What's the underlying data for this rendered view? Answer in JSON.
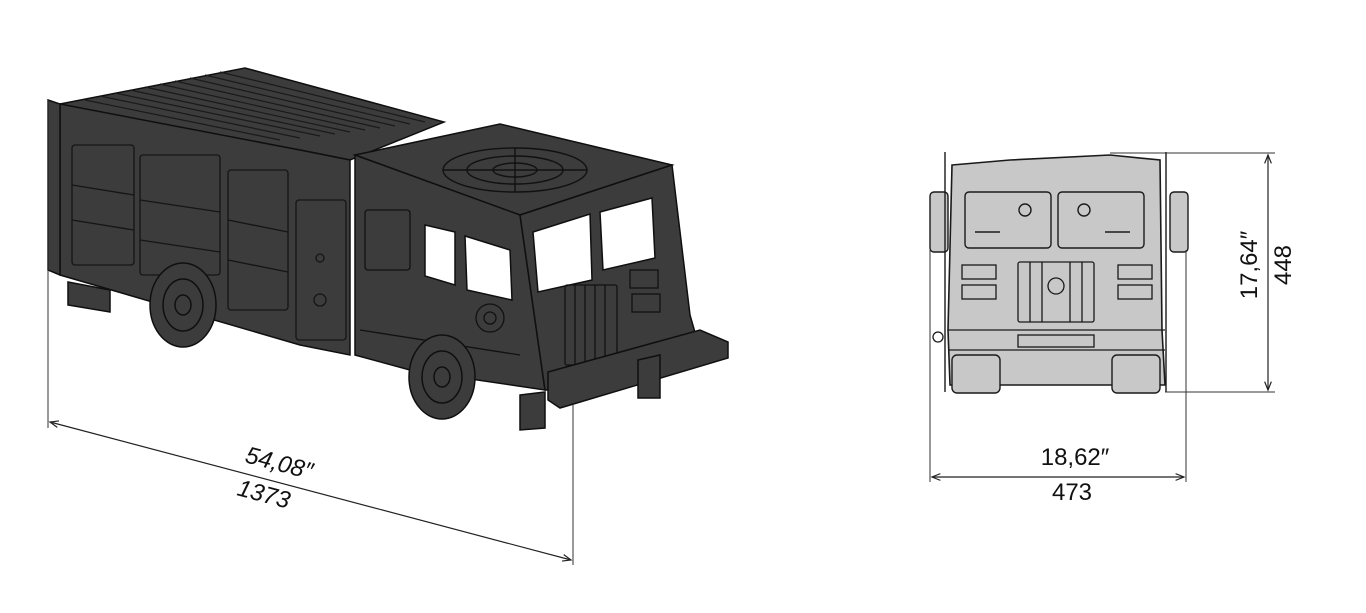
{
  "drawing": {
    "colors": {
      "iso_body": "#3c3c3c",
      "iso_edge": "#0f0f0f",
      "iso_highlight": "#5a5a5a",
      "front_body": "#c8c8c8",
      "front_edge": "#1a1a1a",
      "dimension": "#222222"
    },
    "iso_view": {
      "name": "fire-truck-isometric",
      "length_dimension": {
        "inches": "54,08″",
        "mm": "1373"
      }
    },
    "front_view": {
      "name": "fire-truck-front",
      "width_dimension": {
        "inches": "18,62″",
        "mm": "473"
      },
      "height_dimension": {
        "inches": "17,64″",
        "mm": "448"
      }
    }
  }
}
